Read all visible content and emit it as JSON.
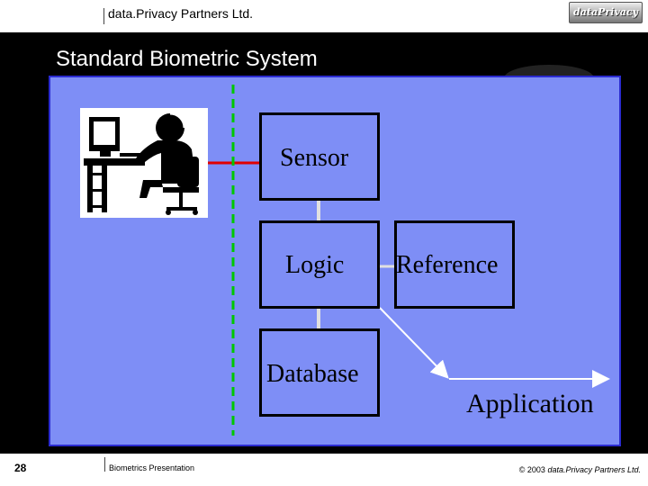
{
  "header": {
    "company": "data.Privacy Partners Ltd.",
    "logo_text": "dataPrivacy"
  },
  "slide": {
    "title": "Standard Biometric System"
  },
  "diagram": {
    "nodes": {
      "sensor": "Sensor",
      "logic": "Logic",
      "reference": "Reference",
      "database": "Database",
      "application": "Application"
    }
  },
  "footer": {
    "page_number": "28",
    "presentation": "Biometrics Presentation",
    "copyright_prefix": "© 2003 ",
    "copyright_brand": "data.Privacy Partners Ltd."
  },
  "colors": {
    "panel": "#7e8ef6",
    "panel_border": "#2b2bd0",
    "boundary_dash": "#00c800",
    "sensor_link": "#e00000",
    "connector": "#ffffff",
    "background": "#000000"
  },
  "icons": {
    "user": "person-at-computer-icon",
    "logo": "data-privacy-logo"
  }
}
